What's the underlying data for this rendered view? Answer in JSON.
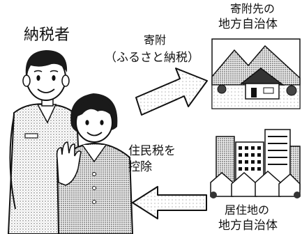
{
  "taxpayer_label": "納税者",
  "donation_arrow": {
    "line1": "寄附",
    "line2": "（ふるさと納税）"
  },
  "donee_municipality": {
    "line1": "寄附先の",
    "line2": "地方自治体"
  },
  "residence_arrow": {
    "line1": "住民税を",
    "line2": "控除"
  },
  "home_municipality": {
    "line1": "居住地の",
    "line2": "地方自治体"
  }
}
